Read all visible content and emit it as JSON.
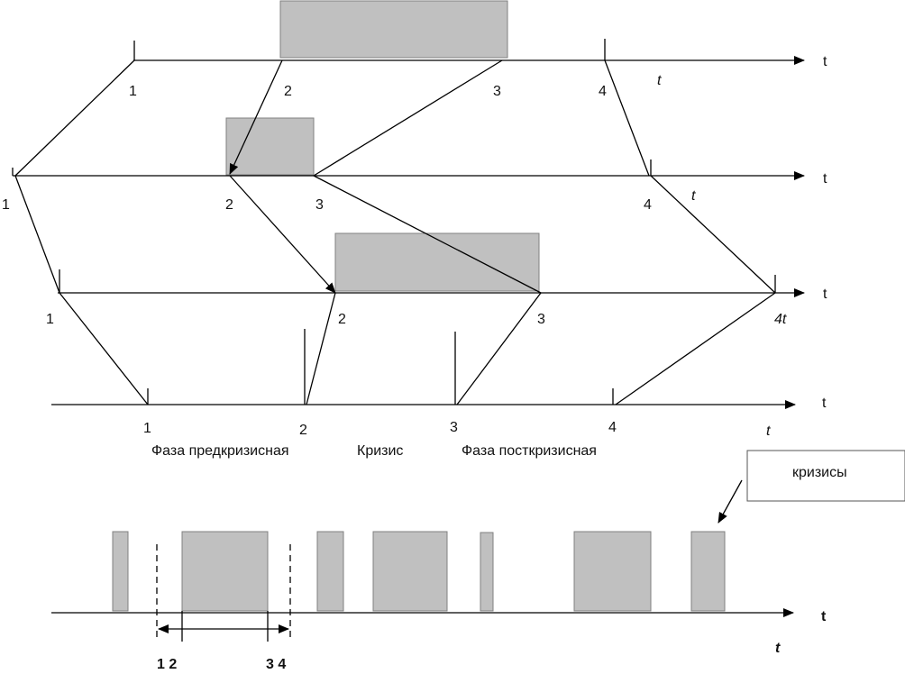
{
  "axes": {
    "axis1": {
      "t_label": "t",
      "t_italic": "t",
      "points": [
        "1",
        "2",
        "3",
        "4"
      ]
    },
    "axis2": {
      "t_label": "t",
      "t_italic": "t",
      "points": [
        "1",
        "2",
        "3",
        "4"
      ]
    },
    "axis3": {
      "t_label": "t",
      "end_label": "4t",
      "points": [
        "1",
        "2",
        "3"
      ]
    },
    "axis4": {
      "t_label": "t",
      "t_italic": "t",
      "points": [
        "1",
        "2",
        "3",
        "4"
      ]
    }
  },
  "phases": {
    "pre": "Фаза предкризисная",
    "crisis": "Кризис",
    "post": "Фаза посткризисная"
  },
  "timeline": {
    "t_label": "t",
    "t_italic": "t",
    "marks_left": "1 2",
    "marks_right": "3 4",
    "legend": "кризисы"
  }
}
